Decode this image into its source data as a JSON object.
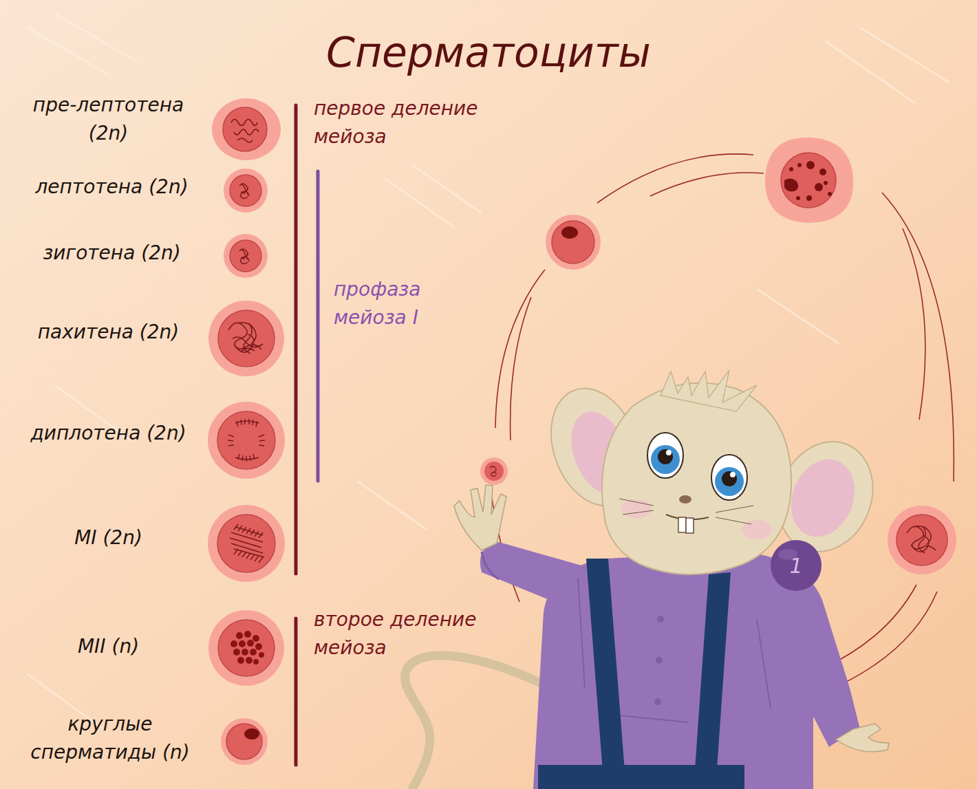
{
  "diagram": {
    "title": "Сперматоциты",
    "labels": [
      "пре-лептотена (2n)",
      "лептотена (2n)",
      "зиготена (2n)",
      "пахитена (2n)",
      "диплотена (2n)",
      "MI (2n)",
      "MII (n)",
      "круглые сперматиды (n)",
      "первое деление мейоза",
      "профаза мейоза I",
      "второе деление мейоза",
      "1"
    ]
  }
}
